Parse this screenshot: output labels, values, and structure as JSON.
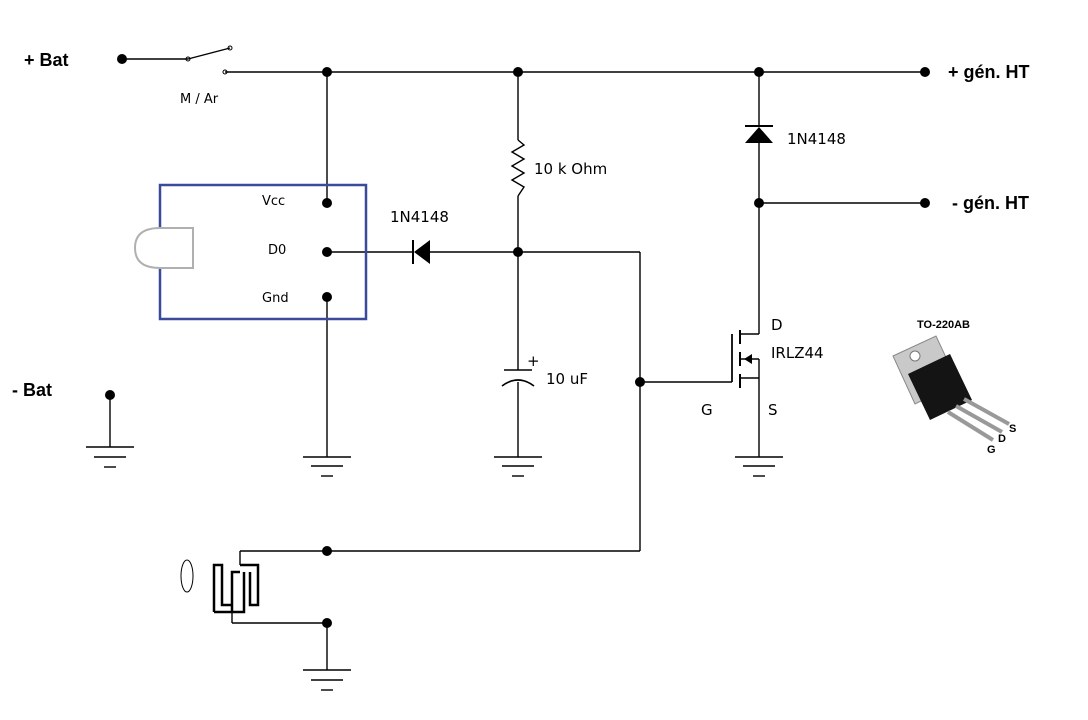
{
  "terminals": {
    "plus_bat": "+ Bat",
    "minus_bat": "- Bat",
    "plus_gen_ht": "+ gén. HT",
    "minus_gen_ht": "- gén. HT"
  },
  "switch": {
    "label": "M / Ar"
  },
  "sensor_module": {
    "pins": {
      "vcc": "Vcc",
      "d0": "D0",
      "gnd": "Gnd"
    },
    "colors": {
      "outline": "#3c4a9c"
    }
  },
  "components": {
    "resistor": "10 k Ohm",
    "capacitor": "10 uF",
    "capacitor_plus": "+",
    "diode_input": "1N4148",
    "diode_output": "1N4148",
    "mosfet": {
      "name": "IRLZ44",
      "drain": "D",
      "gate": "G",
      "source": "S"
    }
  },
  "package": {
    "title": "TO-220AB",
    "pins": {
      "g": "G",
      "d": "D",
      "s": "S"
    }
  }
}
